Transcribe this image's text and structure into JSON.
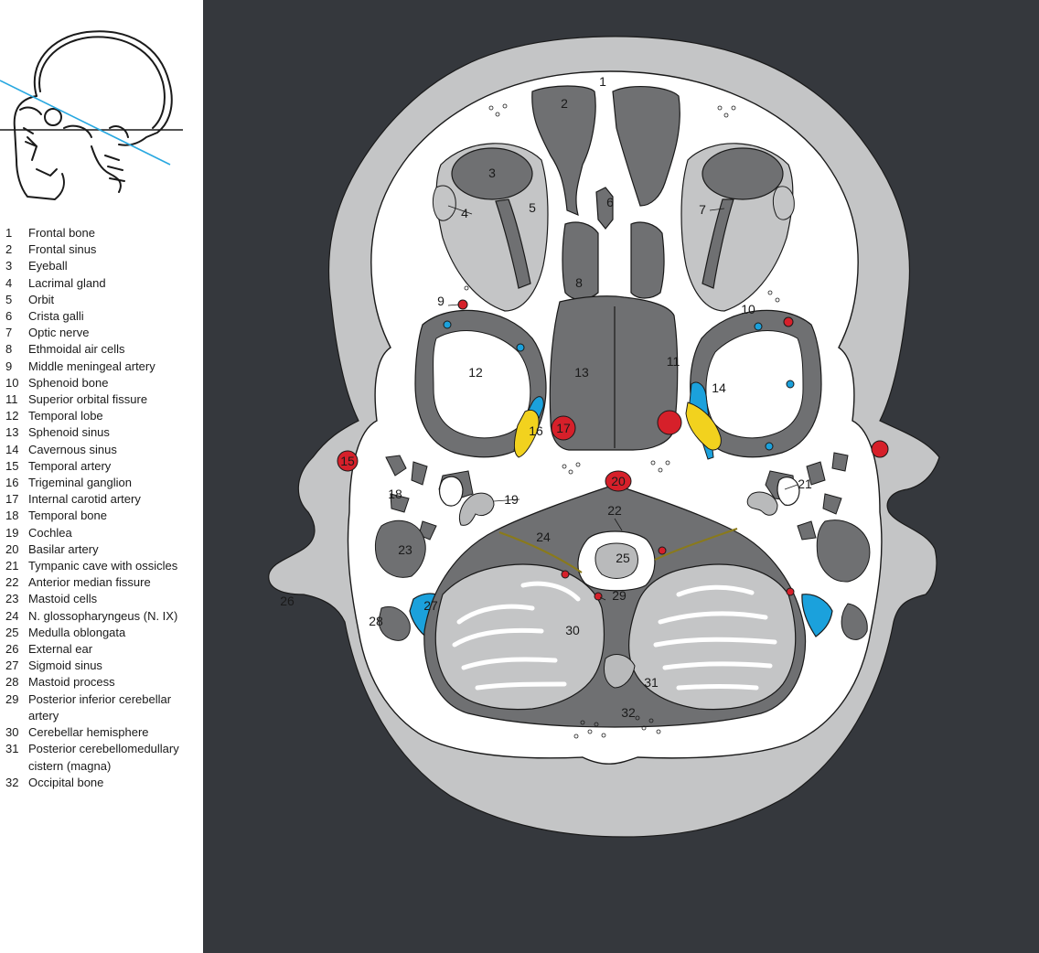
{
  "legend": [
    {
      "num": "1",
      "text": "Frontal bone"
    },
    {
      "num": "2",
      "text": "Frontal sinus"
    },
    {
      "num": "3",
      "text": "Eyeball"
    },
    {
      "num": "4",
      "text": "Lacrimal gland"
    },
    {
      "num": "5",
      "text": "Orbit"
    },
    {
      "num": "6",
      "text": "Crista galli"
    },
    {
      "num": "7",
      "text": "Optic nerve"
    },
    {
      "num": "8",
      "text": "Ethmoidal air cells"
    },
    {
      "num": "9",
      "text": "Middle meningeal artery"
    },
    {
      "num": "10",
      "text": "Sphenoid bone"
    },
    {
      "num": "11",
      "text": "Superior orbital fissure"
    },
    {
      "num": "12",
      "text": "Temporal lobe"
    },
    {
      "num": "13",
      "text": "Sphenoid sinus"
    },
    {
      "num": "14",
      "text": "Cavernous sinus"
    },
    {
      "num": "15",
      "text": "Temporal artery"
    },
    {
      "num": "16",
      "text": "Trigeminal ganglion"
    },
    {
      "num": "17",
      "text": "Internal carotid artery"
    },
    {
      "num": "18",
      "text": "Temporal bone"
    },
    {
      "num": "19",
      "text": "Cochlea"
    },
    {
      "num": "20",
      "text": "Basilar artery"
    },
    {
      "num": "21",
      "text": "Tympanic cave with ossicles"
    },
    {
      "num": "22",
      "text": "Anterior median fissure"
    },
    {
      "num": "23",
      "text": "Mastoid cells"
    },
    {
      "num": "24",
      "text": "N. glossopharyngeus (N. IX)"
    },
    {
      "num": "25",
      "text": "Medulla oblongata"
    },
    {
      "num": "26",
      "text": "External ear"
    },
    {
      "num": "27",
      "text": "Sigmoid sinus"
    },
    {
      "num": "28",
      "text": "Mastoid process"
    },
    {
      "num": "29",
      "text": "Posterior inferior cerebellar artery"
    },
    {
      "num": "30",
      "text": "Cerebellar hemisphere"
    },
    {
      "num": "31",
      "text": "Posterior cerebellomedullary cistern (magna)"
    },
    {
      "num": "32",
      "text": "Occipital bone"
    }
  ],
  "labels": {
    "l1": "1",
    "l2": "2",
    "l3": "3",
    "l4": "4",
    "l5": "5",
    "l6": "6",
    "l7": "7",
    "l8": "8",
    "l9": "9",
    "l10": "10",
    "l11": "11",
    "l12": "12",
    "l13": "13",
    "l14": "14",
    "l15": "15",
    "l16": "16",
    "l17": "17",
    "l18": "18",
    "l19": "19",
    "l20": "20",
    "l21": "21",
    "l22": "22",
    "l23": "23",
    "l24": "24",
    "l25": "25",
    "l26": "26",
    "l27": "27",
    "l28": "28",
    "l29": "29",
    "l30": "30",
    "l31": "31",
    "l32": "32"
  },
  "colors": {
    "background": "#35383d",
    "soft_tissue": "#c4c5c6",
    "bone": "#ffffff",
    "dark_structure": "#6f7072",
    "light_structure": "#b9babb",
    "artery": "#d6202a",
    "vein_sinus": "#1ba1dc",
    "nerve_ganglion": "#f2d21e",
    "cutting_plane": "#29a8e0"
  }
}
